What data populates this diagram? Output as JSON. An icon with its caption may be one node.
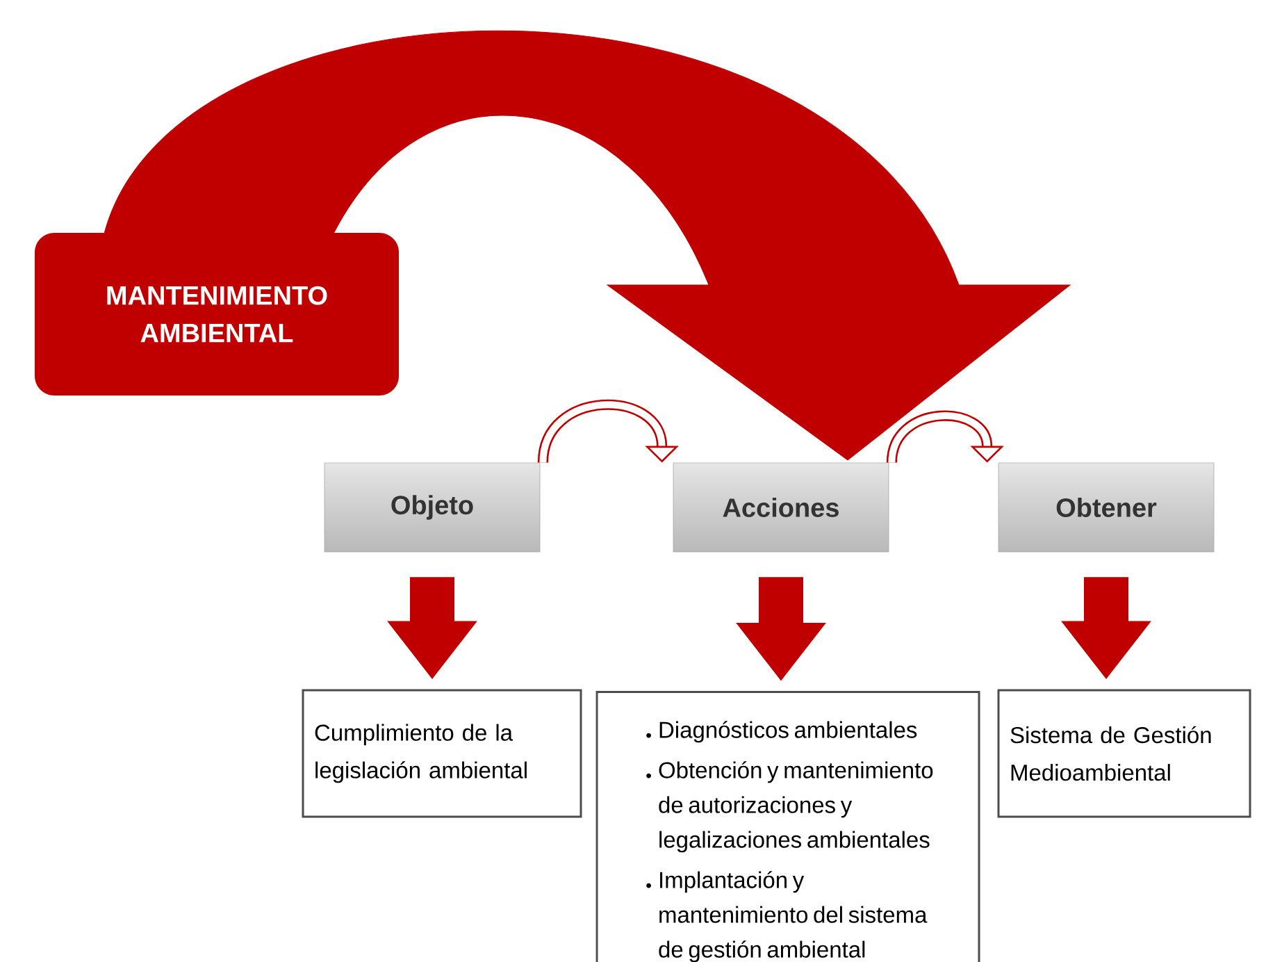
{
  "diagram": {
    "nodes": [
      {
        "text": [
          "MANTENIMIENTO AMBIENTAL"
        ]
      },
      {
        "text": [
          "Objeto"
        ]
      },
      {
        "text": [
          "Acciones"
        ]
      },
      {
        "text": [
          "Obtener"
        ]
      },
      {
        "text": [
          "Cumplimiento de la legislación ambiental"
        ]
      },
      {
        "text": [
          "Diagnósticos ambientales",
          "Obtención y mantenimiento de autorizaciones y legalizaciones ambientales",
          "Implantación y mantenimiento del sistema de gestión ambiental"
        ]
      },
      {
        "text": [
          "Sistema de Gestión Medioambiental"
        ]
      }
    ],
    "edges": [
      {
        "from": 0,
        "to": 2,
        "arrow": "to"
      },
      {
        "from": 1,
        "to": 2,
        "arrow": "to"
      },
      {
        "from": 2,
        "to": 3,
        "arrow": "to"
      },
      {
        "from": 1,
        "to": 4,
        "arrow": "to"
      },
      {
        "from": 2,
        "to": 5,
        "arrow": "to"
      },
      {
        "from": 3,
        "to": 6,
        "arrow": "to"
      }
    ]
  }
}
